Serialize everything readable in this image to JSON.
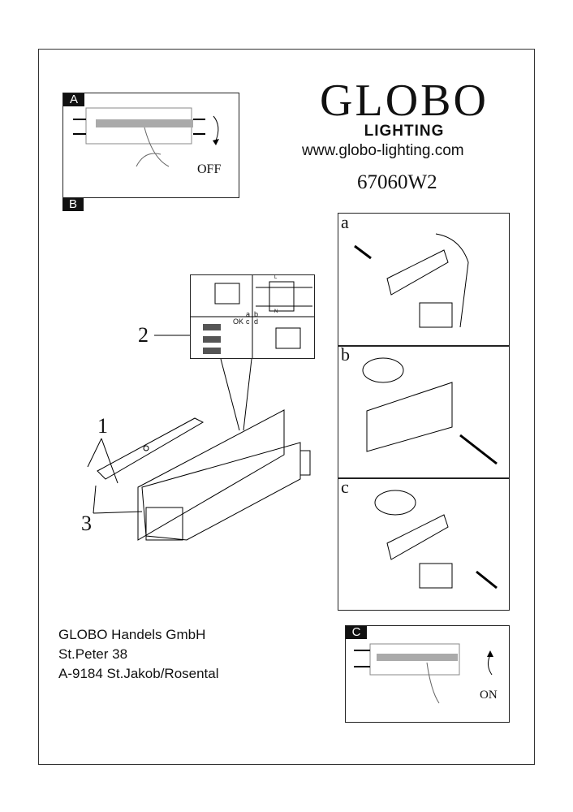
{
  "brand": {
    "name": "GLOBO",
    "sub": "LIGHTING",
    "url": "www.globo-lighting.com"
  },
  "model": "67060W2",
  "steps": {
    "a": "A",
    "b": "B",
    "c": "C",
    "off": "OFF",
    "on": "ON"
  },
  "panels": {
    "a": "a",
    "b": "b",
    "c": "c"
  },
  "callouts": {
    "one": "1",
    "two": "2",
    "three": "3"
  },
  "detail": {
    "ok": "OK",
    "a": "a",
    "b": "b",
    "c": "c",
    "d": "d",
    "l": "L",
    "n": "N"
  },
  "address": {
    "line1": "GLOBO Handels GmbH",
    "line2": "St.Peter 38",
    "line3": "A-9184 St.Jakob/Rosental"
  }
}
